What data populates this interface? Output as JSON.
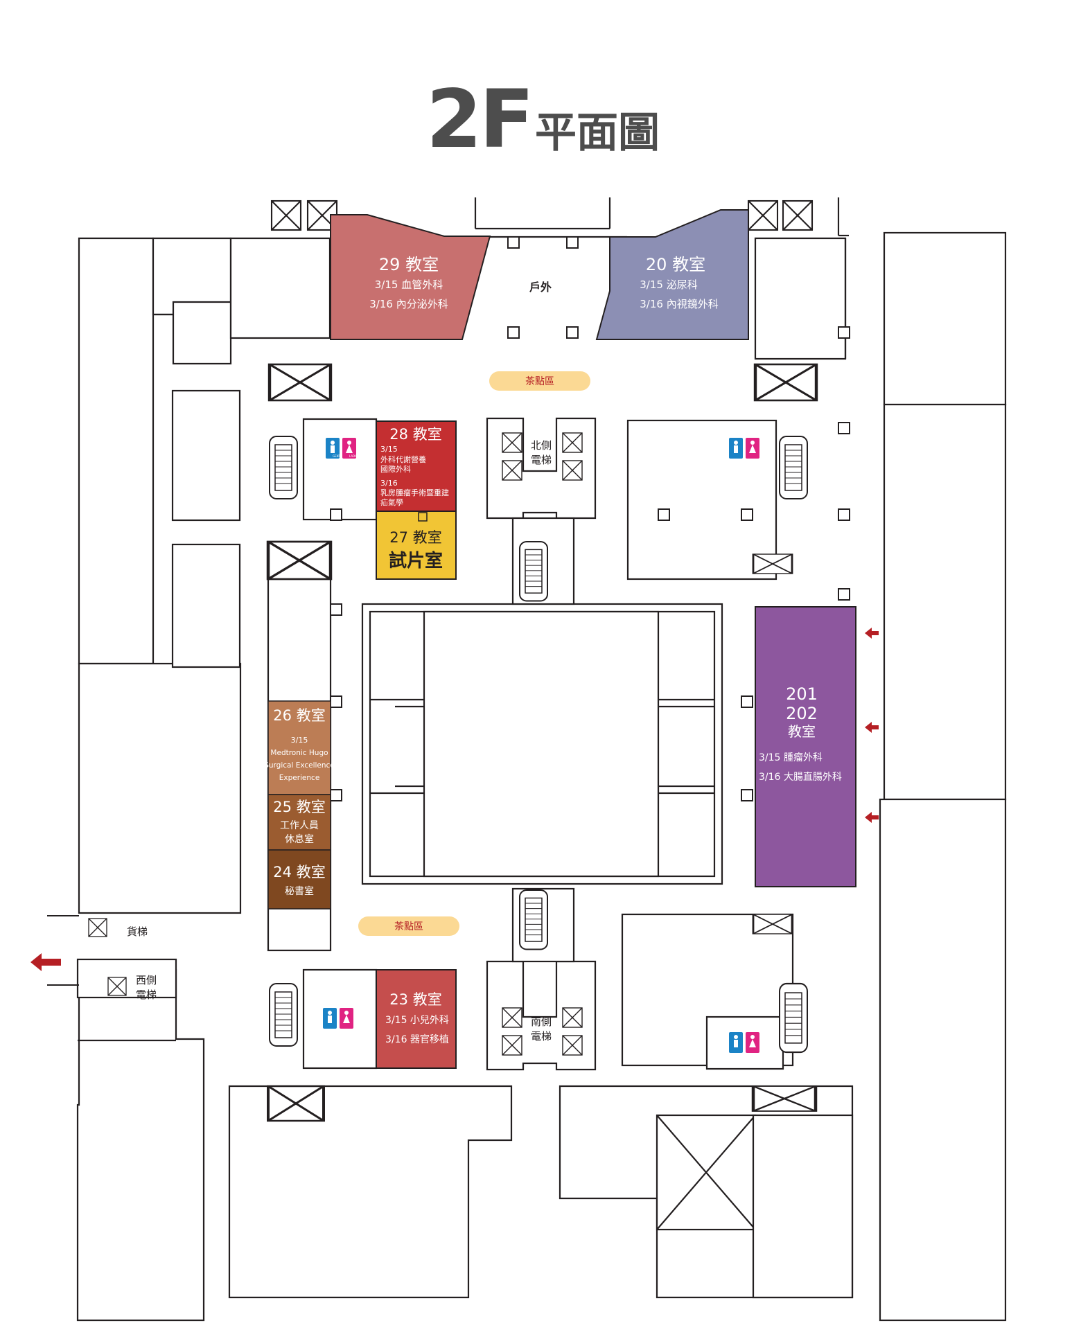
{
  "title": {
    "floor": "2F",
    "subtitle": "平面圖"
  },
  "colors": {
    "room_29": "#c8706f",
    "room_20": "#8c8fb4",
    "room_28": "#c42f31",
    "room_27": "#f1c535",
    "room_26": "#bc7d55",
    "room_25": "#9b5c30",
    "room_24": "#7f4820",
    "room_23": "#c54e4d",
    "room_201": "#8d579e",
    "tea": "#fbd994",
    "arrow": "#b51f24",
    "mens": "#1b83c6",
    "ladies": "#e02382"
  },
  "rooms": {
    "r29": {
      "name": "29 教室",
      "line1": "3/15 血管外科",
      "line2": "3/16 內分泌外科"
    },
    "r20": {
      "name": "20 教室",
      "line1": "3/15 泌尿科",
      "line2": "3/16 內視鏡外科"
    },
    "r28": {
      "name": "28 教室",
      "d1": "3/15",
      "d1a": "外科代謝營養",
      "d1b": "國際外科",
      "d2": "3/16",
      "d2a": "乳房腫瘤手術暨重建",
      "d2b": "疝氣學"
    },
    "r27": {
      "name": "27 教室",
      "sub": "試片室"
    },
    "r26": {
      "name": "26 教室",
      "l1": "3/15",
      "l2": "Medtronic Hugo",
      "l3": "Surgical Excellence",
      "l4": "Experience"
    },
    "r25": {
      "name": "25 教室",
      "l1": "工作人員",
      "l2": "休息室"
    },
    "r24": {
      "name": "24 教室",
      "l1": "秘書室"
    },
    "r23": {
      "name": "23 教室",
      "line1": "3/15 小兒外科",
      "line2": "3/16 器官移植"
    },
    "r201": {
      "n1": "201",
      "n2": "202",
      "n3": "教室",
      "line1": "3/15 腫瘤外科",
      "line2": "3/16 大腸直腸外科"
    }
  },
  "labels": {
    "outdoor": "戶外",
    "tea_top": "茶點區",
    "tea_bottom": "茶點區",
    "north_elev_1": "北側",
    "north_elev_2": "電梯",
    "south_elev_1": "南側",
    "south_elev_2": "電梯",
    "west_elev_1": "西側",
    "west_elev_2": "電梯",
    "freight": "貨梯",
    "gents": "GENTS",
    "ladies": "LADIES"
  },
  "icons": [
    "elevator-x-icon",
    "restroom-icon",
    "arrow-left-icon",
    "stairs-icon"
  ]
}
